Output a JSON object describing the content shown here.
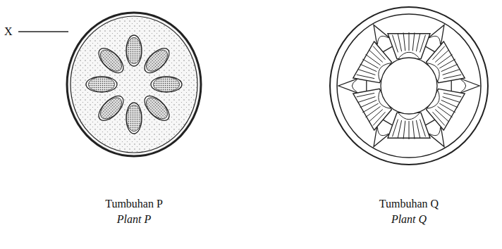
{
  "diagram": {
    "labels": [
      "X",
      "Tumbuhan P",
      "Plant P",
      "Tumbuhan Q",
      "Plant Q"
    ]
  }
}
